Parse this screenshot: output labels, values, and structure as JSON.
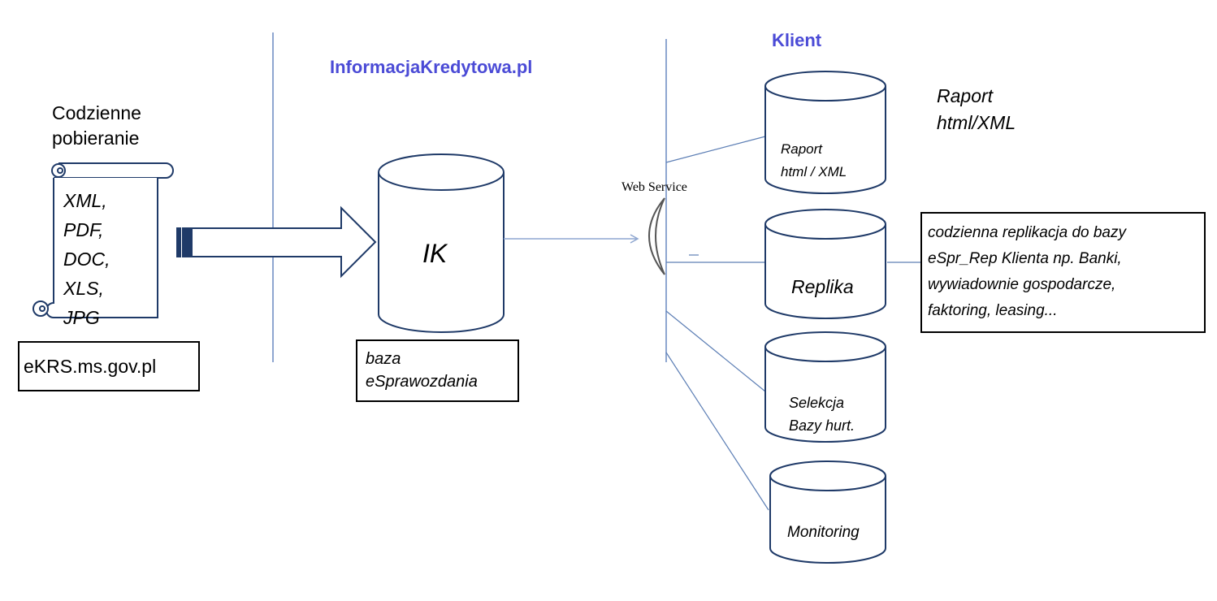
{
  "headings": {
    "center": "InformacjaKredytowa.pl",
    "client": "Klient"
  },
  "source": {
    "label": "Codzienne pobieranie",
    "label_line1": "Codzienne",
    "label_line2": "pobieranie",
    "formats": [
      "XML,",
      "PDF,",
      "DOC,",
      "XLS,",
      "JPG"
    ],
    "site_box": "eKRS.ms.gov.pl"
  },
  "center_db": {
    "label": "IK",
    "caption_line1": "baza",
    "caption_line2": "eSprawozdania"
  },
  "web_service": "Web Service",
  "client_dbs": [
    {
      "lines": [
        "Raport",
        "html / XML"
      ]
    },
    {
      "lines": [
        "Replika"
      ]
    },
    {
      "lines": [
        "Selekcja",
        "Bazy hurt."
      ]
    },
    {
      "lines": [
        "Monitoring"
      ]
    }
  ],
  "report_note": {
    "line1": "Raport",
    "line2": "html/XML"
  },
  "replication_note": {
    "lines": [
      "codzienna replikacja do bazy",
      "eSpr_Rep Klienta np. Banki,",
      "wywiadownie gospodarcze,",
      "faktoring, leasing..."
    ]
  },
  "colors": {
    "heading_blue": "#4b4bd6",
    "divider_blue": "#8ea6d0",
    "connector_blue": "#5d7fb5",
    "stroke": "#000000"
  }
}
